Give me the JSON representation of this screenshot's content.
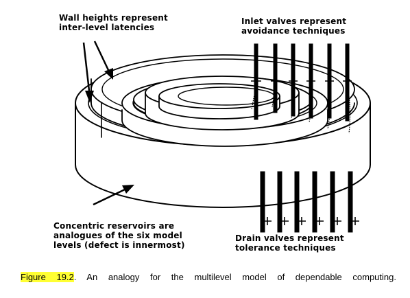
{
  "labels": {
    "wall_heights": [
      "Wall heights represent",
      "inter-level latencies"
    ],
    "inlet_valves": [
      "Inlet valves represent",
      "avoidance techniques"
    ],
    "concentric": [
      "Concentric reservoirs are",
      "analogues of the six model",
      "levels (defect is innermost)"
    ],
    "drain_valves": [
      "Drain valves represent",
      "tolerance techniques"
    ]
  },
  "caption": {
    "figure_ref": "Figure 19.2",
    "text": ". An analogy for the multilevel model of dependable computing.",
    "highlight_color": "#ffff33"
  }
}
